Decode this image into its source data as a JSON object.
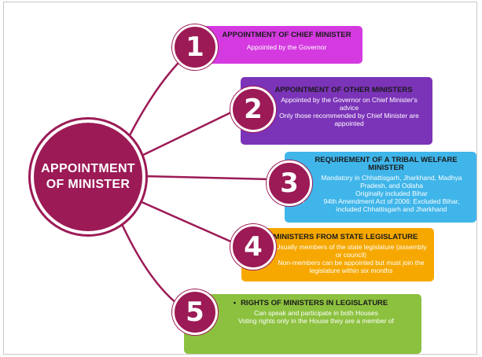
{
  "center": {
    "title": "APPOINTMENT\nOF MINISTER"
  },
  "colors": {
    "hub": "#9c1a55",
    "box1": "#d43ae0",
    "box2": "#7b33b8",
    "box3": "#3fb5ea",
    "box4": "#f6a800",
    "box5": "#8cc13f"
  },
  "items": [
    {
      "number": "1",
      "title": "APPOINTMENT OF CHIEF MINISTER",
      "lines": [
        "Appointed by the Governor"
      ]
    },
    {
      "number": "2",
      "title": "APPOINTMENT OF OTHER MINISTERS",
      "bullets": [
        "Appointed by the Governor on Chief Minister's advice",
        "Only those recommended by Chief Minister are appointed"
      ]
    },
    {
      "number": "3",
      "title": "REQUIREMENT OF A TRIBAL WELFARE MINISTER",
      "bullets": [
        "Mandatory in Chhattisgarh, Jharkhand, Madhya Pradesh, and Odisha",
        "Originally included Bihar",
        "94th Amendment Act of 2006: Excluded Bihar, included Chhattisgarh and Jharkhand"
      ]
    },
    {
      "number": "4",
      "title": "MINISTERS FROM STATE LEGISLATURE",
      "bullets": [
        "Usually members of the state legislature (assembly or council)",
        "Non-members can be appointed but must join the legislature within six months"
      ]
    },
    {
      "number": "5",
      "title": "RIGHTS OF MINISTERS IN LEGISLATURE",
      "bullets": [
        "Can speak and participate in both Houses",
        "Voting rights only in the House they are a member of"
      ]
    }
  ]
}
